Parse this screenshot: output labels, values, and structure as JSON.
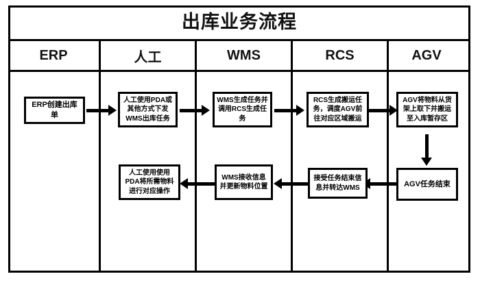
{
  "diagram": {
    "title": "出库业务流程",
    "lanes": [
      {
        "id": "erp",
        "label": "ERP"
      },
      {
        "id": "manual",
        "label": "人工"
      },
      {
        "id": "wms",
        "label": "WMS"
      },
      {
        "id": "rcs",
        "label": "RCS"
      },
      {
        "id": "agv",
        "label": "AGV"
      }
    ],
    "nodes": [
      {
        "id": "n1",
        "lane": "erp",
        "row": 1,
        "text": "ERP创建出库单"
      },
      {
        "id": "n2",
        "lane": "manual",
        "row": 1,
        "text": "人工使用PDA或其他方式下发WMS出库任务"
      },
      {
        "id": "n3",
        "lane": "wms",
        "row": 1,
        "text": "WMS生成任务并调用RCS生成任务"
      },
      {
        "id": "n4",
        "lane": "rcs",
        "row": 1,
        "text": "RCS生成搬运任务，调度AGV前往对应区域搬运"
      },
      {
        "id": "n5",
        "lane": "agv",
        "row": 1,
        "text": "AGV将物料从货架上取下并搬运至入库暂存区"
      },
      {
        "id": "n6",
        "lane": "agv",
        "row": 2,
        "text": "AGV任务结束"
      },
      {
        "id": "n7",
        "lane": "rcs",
        "row": 2,
        "text": "接受任务结束信息并转达WMS"
      },
      {
        "id": "n8",
        "lane": "wms",
        "row": 2,
        "text": "WMS接收信息并更新物料位置"
      },
      {
        "id": "n9",
        "lane": "manual",
        "row": 2,
        "text": "人工使用使用PDA将所需物料进行对应操作"
      }
    ],
    "edges": [
      {
        "from": "n1",
        "to": "n2",
        "direction": "right"
      },
      {
        "from": "n2",
        "to": "n3",
        "direction": "right"
      },
      {
        "from": "n3",
        "to": "n4",
        "direction": "right"
      },
      {
        "from": "n4",
        "to": "n5",
        "direction": "right"
      },
      {
        "from": "n5",
        "to": "n6",
        "direction": "down"
      },
      {
        "from": "n6",
        "to": "n7",
        "direction": "left"
      },
      {
        "from": "n7",
        "to": "n8",
        "direction": "left"
      },
      {
        "from": "n8",
        "to": "n9",
        "direction": "left"
      }
    ],
    "colors": {
      "stroke": "#000000",
      "background": "#ffffff",
      "text": "#000000"
    }
  }
}
